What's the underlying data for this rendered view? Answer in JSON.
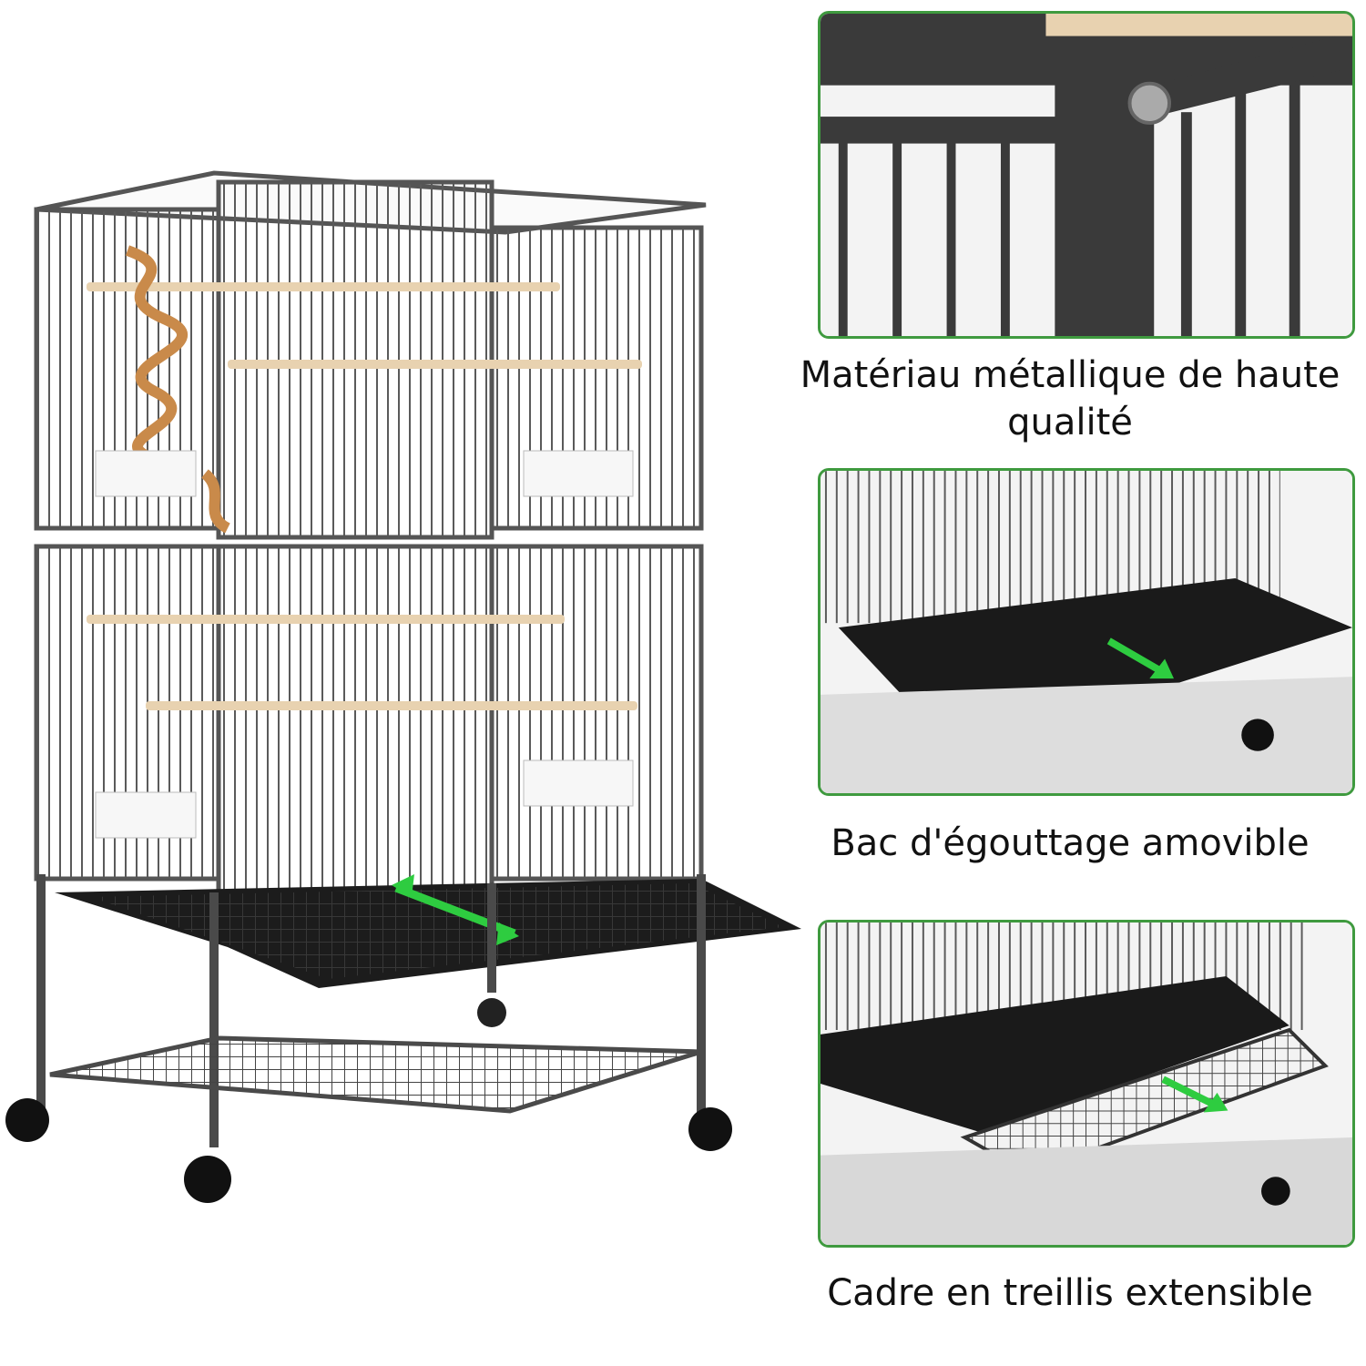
{
  "features": [
    {
      "caption": "Matériau métallique de haute qualité"
    },
    {
      "caption": "Bac d'égouttage amovible"
    },
    {
      "caption": "Cadre en treillis extensible"
    }
  ],
  "colors": {
    "frame": "#4a4a4a",
    "accent_border": "#3f9a3f",
    "arrow": "#2ecc40",
    "perch": "#e8d2b0"
  }
}
